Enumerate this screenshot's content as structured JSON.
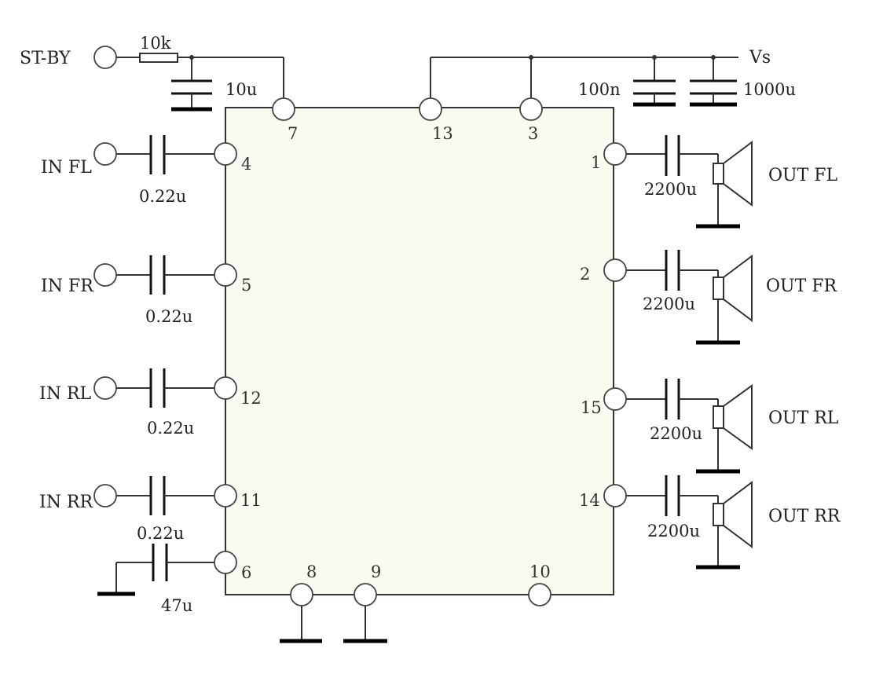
{
  "chip": {
    "fill": "#fbfaf0"
  },
  "pins": {
    "p7": "7",
    "p13": "13",
    "p3": "3",
    "p4": "4",
    "p5": "5",
    "p12": "12",
    "p11": "11",
    "p6": "6",
    "p8": "8",
    "p9": "9",
    "p10": "10",
    "p1": "1",
    "p2": "2",
    "p15": "15",
    "p14": "14"
  },
  "labels": {
    "stby": "ST-BY",
    "vs": "Vs",
    "in_fl": "IN FL",
    "in_fr": "IN FR",
    "in_rl": "IN RL",
    "in_rr": "IN RR",
    "out_fl": "OUT FL",
    "out_fr": "OUT FR",
    "out_rl": "OUT RL",
    "out_rr": "OUT RR"
  },
  "values": {
    "r_stby": "10k",
    "c_stby": "10u",
    "c_vs1": "100n",
    "c_vs2": "1000u",
    "c_in_fl": "0.22u",
    "c_in_fr": "0.22u",
    "c_in_rl": "0.22u",
    "c_in_rr": "0.22u",
    "c_svr": "47u",
    "c_out_fl": "2200u",
    "c_out_fr": "2200u",
    "c_out_rl": "2200u",
    "c_out_rr": "2200u"
  }
}
